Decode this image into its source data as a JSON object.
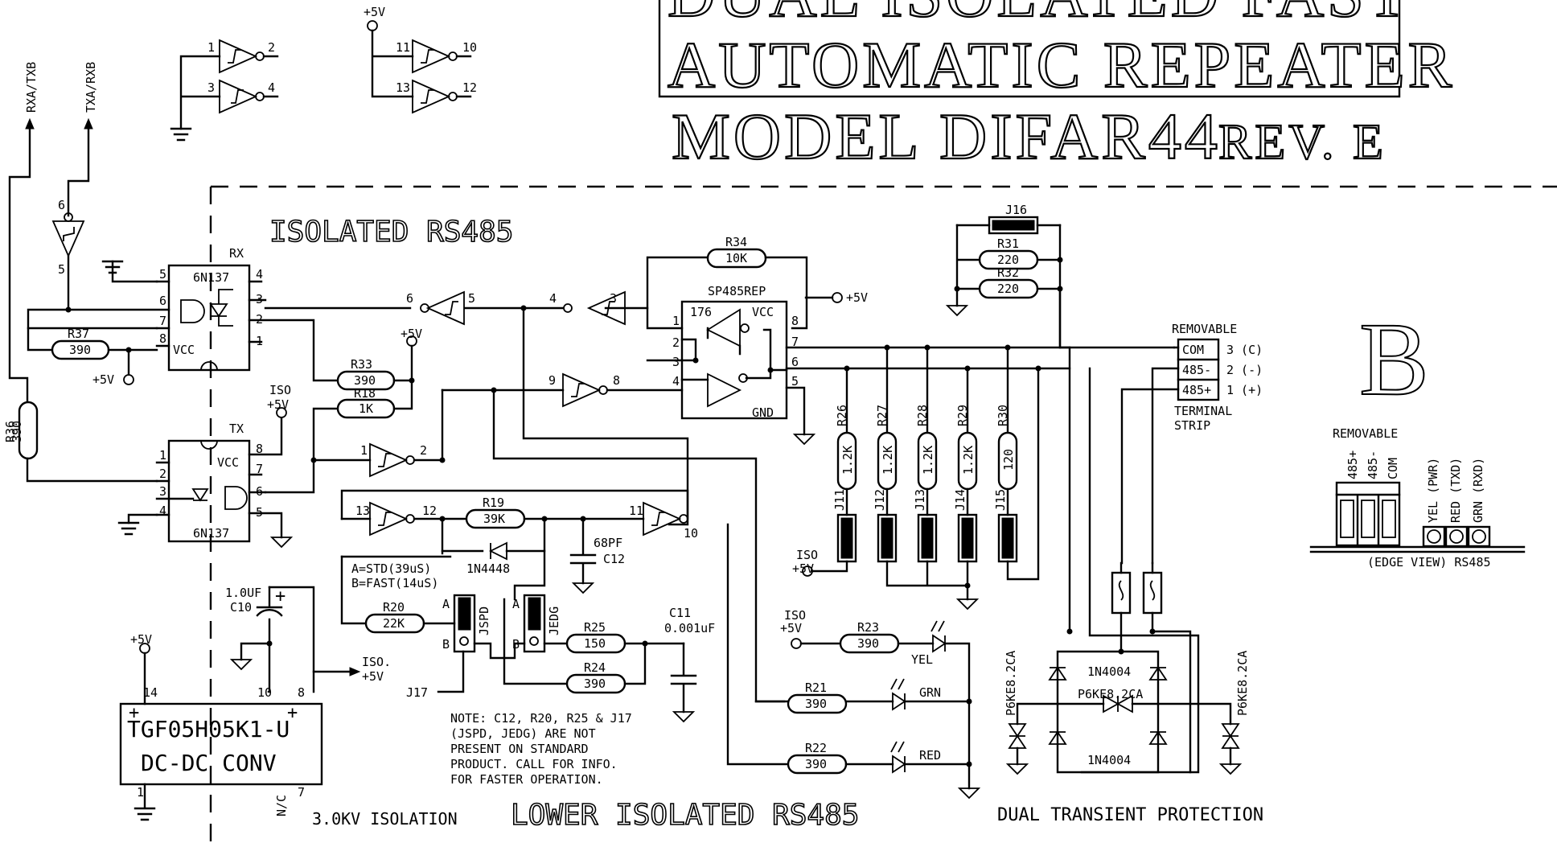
{
  "title": {
    "line1": "DUAL ISOLATED FAST",
    "line2": "AUTOMATIC REPEATER",
    "model": "MODEL DIFAR44",
    "rev": "REV. E"
  },
  "sections": {
    "isolated": "ISOLATED RS485",
    "lower": "LOWER ISOLATED RS485",
    "transient": "DUAL TRANSIENT PROTECTION",
    "isolation_rating": "3.0KV ISOLATION",
    "big_letter": "B"
  },
  "signals": {
    "rxa_txb": "RXA/TXB",
    "txa_rxb": "TXA/RXB",
    "p5v": "+5V",
    "iso": "ISO",
    "iso_p5v": "+5V",
    "iso_dot": "ISO.",
    "gnd": "GND",
    "vcc": "VCC"
  },
  "components": {
    "u_rx": {
      "ref": "RX",
      "part": "6N137"
    },
    "u_tx": {
      "ref": "TX",
      "part": "6N137"
    },
    "sp485": {
      "part": "SP485REP",
      "pin_label": "176"
    },
    "dcdc": {
      "part": "TGF05H05K1-U",
      "desc": "DC-DC CONV",
      "nc": "N/C"
    },
    "diode": "1N4448",
    "rectifier_top": "1N4004",
    "rectifier_bottom": "1N4004",
    "tvs_left": "P6KE8.2CA",
    "tvs_mid": "P6KE8.2CA",
    "tvs_right": "P6KE8.2CA",
    "c10": {
      "val": "1.0UF",
      "ref": "C10"
    },
    "c11": {
      "ref": "C11",
      "val": "0.001uF"
    },
    "c12": {
      "val": "68PF",
      "ref": "C12"
    }
  },
  "resistors": [
    {
      "ref": "R37",
      "val": "390"
    },
    {
      "ref": "R36",
      "val": "390"
    },
    {
      "ref": "R33",
      "val": "390"
    },
    {
      "ref": "R18",
      "val": "1K"
    },
    {
      "ref": "R34",
      "val": "10K"
    },
    {
      "ref": "R19",
      "val": "39K"
    },
    {
      "ref": "R20",
      "val": "22K"
    },
    {
      "ref": "R25",
      "val": "150"
    },
    {
      "ref": "R24",
      "val": "390"
    },
    {
      "ref": "R23",
      "val": "390"
    },
    {
      "ref": "R21",
      "val": "390"
    },
    {
      "ref": "R22",
      "val": "390"
    },
    {
      "ref": "R31",
      "val": "220"
    },
    {
      "ref": "R32",
      "val": "220"
    },
    {
      "ref": "R26",
      "val": "1.2K"
    },
    {
      "ref": "R27",
      "val": "1.2K"
    },
    {
      "ref": "R28",
      "val": "1.2K"
    },
    {
      "ref": "R29",
      "val": "1.2K"
    },
    {
      "ref": "R30",
      "val": "120"
    }
  ],
  "jumpers": {
    "j11": "J11",
    "j12": "J12",
    "j13": "J13",
    "j14": "J14",
    "j15": "J15",
    "j16": "J16",
    "j17": "J17",
    "jspd": "JSPD",
    "jedg": "JEDG",
    "a": "A",
    "b": "B"
  },
  "notes": {
    "jumper_a": "A=STD(39uS)",
    "jumper_b": "B=FAST(14uS)",
    "note_lines": [
      "NOTE: C12, R20, R25 & J17",
      "(JSPD, JEDG) ARE NOT",
      "PRESENT ON STANDARD",
      "PRODUCT. CALL FOR INFO.",
      "FOR FASTER OPERATION."
    ]
  },
  "leds": {
    "yel": "YEL",
    "grn": "GRN",
    "red": "RED"
  },
  "terminal": {
    "removable": "REMOVABLE",
    "pins": [
      {
        "name": "COM",
        "num": "3 (C)"
      },
      {
        "name": "485-",
        "num": "2 (-)"
      },
      {
        "name": "485+",
        "num": "1 (+)"
      }
    ],
    "strip_line1": "TERMINAL",
    "strip_line2": "STRIP"
  },
  "edge_view": {
    "removable": "REMOVABLE",
    "pins": [
      "485+",
      "485-",
      "COM"
    ],
    "leds": [
      "YEL (PWR)",
      "RED (TXD)",
      "GRN (RXD)"
    ],
    "caption": "(EDGE VIEW) RS485"
  },
  "pin_numbers": {
    "p1": "1",
    "p2": "2",
    "p3": "3",
    "p4": "4",
    "p5": "5",
    "p6": "6",
    "p7": "7",
    "p8": "8",
    "p9": "9",
    "p10": "10",
    "p11": "11",
    "p12": "12",
    "p13": "13",
    "p14": "14"
  }
}
